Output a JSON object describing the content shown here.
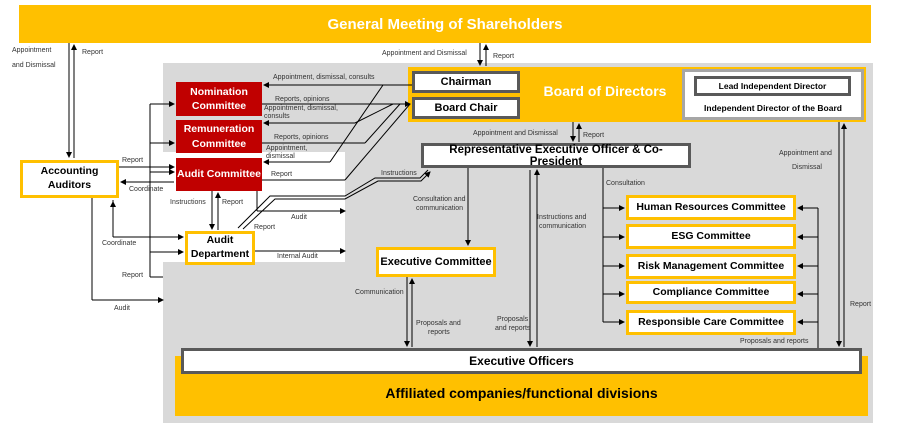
{
  "nodes": {
    "shareholders": "General Meeting of Shareholders",
    "board": "Board of Directors",
    "chairman": "Chairman",
    "board_chair": "Board Chair",
    "lead_independent": "Lead Independent Director",
    "independent_directors": "Independent Director of the Board",
    "nomination": "Nomination Committee",
    "remuneration": "Remuneration Committee",
    "audit_committee": "Audit Committee",
    "accounting_auditors": "Accounting Auditors",
    "audit_department": "Audit Department",
    "rep_officer": "Representative Executive Officer & Co-President",
    "executive_committee": "Executive Committee",
    "hr_committee": "Human Resources Committee",
    "esg_committee": "ESG Committee",
    "risk_committee": "Risk Management Committee",
    "compliance_committee": "Compliance Committee",
    "responsible_care": "Responsible Care Committee",
    "executive_officers": "Executive Officers",
    "affiliated": "Affiliated companies/functional divisions"
  },
  "labels": {
    "gms_appt_left_1": "Appointment",
    "gms_appt_left_2": "and Dismissal",
    "gms_report_left": "Report",
    "gms_appt_board": "Appointment and Dismissal",
    "gms_report_board": "Report",
    "nom_appt": "Appointment, dismissal, consults",
    "nom_reports": "Reports, opinions",
    "rem_appt_1": "Appointment, dismissal,",
    "rem_appt_2": "consults",
    "rem_reports": "Reports, opinions",
    "aud_appt_1": "Appointment,",
    "aud_appt_2": "dismissal",
    "aud_report": "Report",
    "acc_report": "Report",
    "acc_coordinate": "Coordinate",
    "ac_instructions": "Instructions",
    "ac_report": "Report",
    "ad_audit": "Audit",
    "ad_report": "Report",
    "ad_coordinate": "Coordinate",
    "internal_audit": "Internal Audit",
    "left_report": "Report",
    "left_audit": "Audit",
    "instructions": "Instructions",
    "board_appt": "Appointment and Dismissal",
    "board_report": "Report",
    "consult_comm_1": "Consultation and",
    "consult_comm_2": "communication",
    "instr_comm_1": "Instructions and",
    "instr_comm_2": "communication",
    "consultation": "Consultation",
    "communication": "Communication",
    "ec_proposals_1": "Proposals and",
    "ec_proposals_2": "reports",
    "rep_proposals_1": "Proposals",
    "rep_proposals_2": "and reports",
    "committees_proposals": "Proposals and reports",
    "ind_appt_1": "Appointment and",
    "ind_appt_2": "Dismissal",
    "ind_report": "Report"
  }
}
